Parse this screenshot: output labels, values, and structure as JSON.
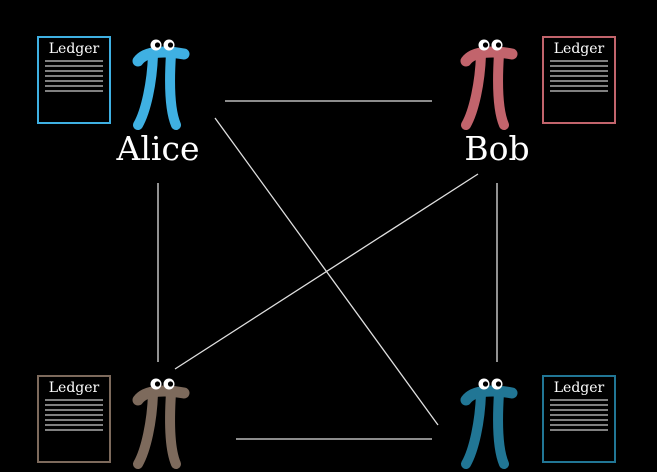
{
  "participants": [
    {
      "id": "alice",
      "name": "Alice",
      "color": "#3fb0e2",
      "ledger_title": "Ledger"
    },
    {
      "id": "bob",
      "name": "Bob",
      "color": "#c2646c",
      "ledger_title": "Ledger"
    },
    {
      "id": "carol",
      "name": "",
      "color": "#7d6a5c",
      "ledger_title": "Ledger"
    },
    {
      "id": "dave",
      "name": "",
      "color": "#217695",
      "ledger_title": "Ledger"
    }
  ],
  "connections": [
    [
      "alice",
      "bob"
    ],
    [
      "alice",
      "carol"
    ],
    [
      "alice",
      "dave"
    ],
    [
      "bob",
      "carol"
    ],
    [
      "bob",
      "dave"
    ],
    [
      "carol",
      "dave"
    ]
  ]
}
